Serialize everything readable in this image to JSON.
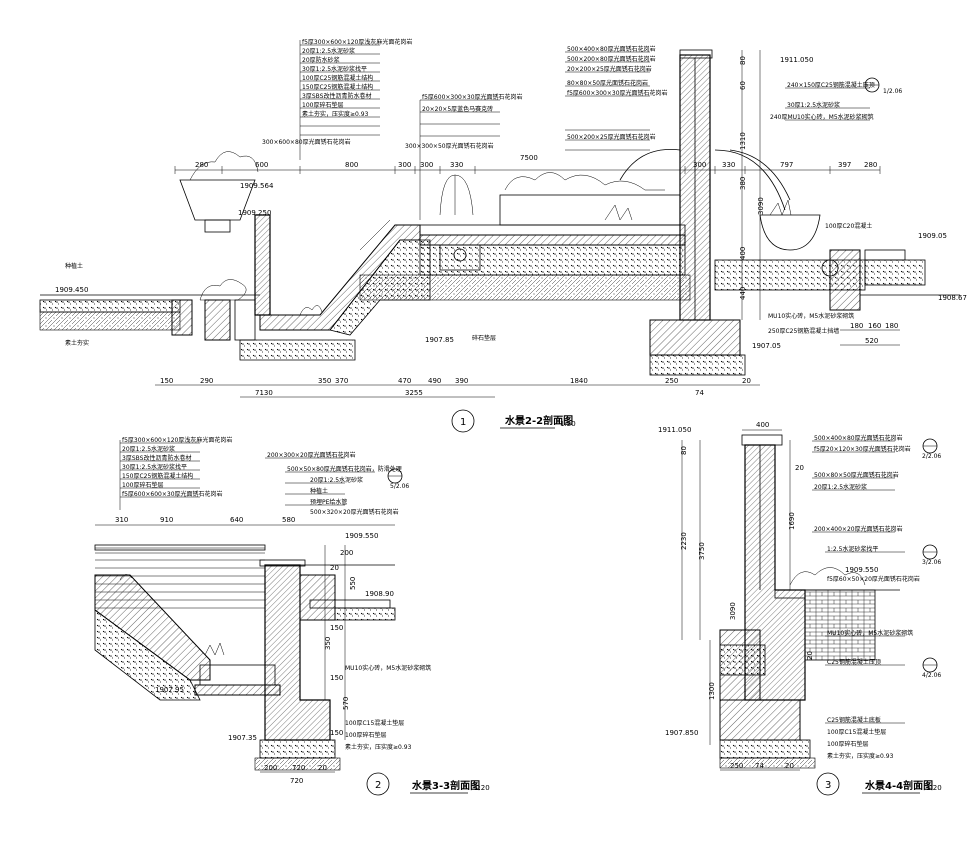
{
  "sections": [
    {
      "id": "2-2",
      "title": "水景2-2剖面图",
      "scale": "1:20",
      "index": "1",
      "elevations": [
        "1909.564",
        "1909.250",
        "1909.450",
        "1909.05",
        "1908.67",
        "1907.05",
        "1907.85",
        "1911.050"
      ],
      "annotations": [
        "f5厚300×600×120厚浅灰麻光面花岗岩",
        "20厚1:2.5水泥砂浆",
        "20厚防水砂浆",
        "30厚1:2.5水泥砂浆找平",
        "100厚C25钢筋混凝土结构",
        "150厚C25钢筋混凝土结构",
        "3厚SBS改性沥青防水卷材",
        "100厚碎石垫层",
        "素土夯实，压实度≥0.93",
        "300×600×80厚光面锈石花岗岩",
        "f5厚600×300×30厚光面锈石花岗岩",
        "20×20×5厚蓝色马赛克砖",
        "300×300×50厚光面锈石花岗岩",
        "500×400×80厚光面锈石花岗岩",
        "500×200×80厚光面锈石花岗岩",
        "20×200×25厚光面锈石花岗岩",
        "80×80×50厚光面锈石花岗岩",
        "f5厚600×300×30厚光面锈石花岗岩",
        "500×200×25厚光面锈石花岗岩",
        "240×150厚C25钢筋混凝土压顶",
        "30厚1:2.5水泥砂浆",
        "240厚MU10实心砖，M5水泥砂浆砌筑",
        "100厚C20混凝土",
        "种植土",
        "素土夯实",
        "碎石垫层",
        "MU10实心砖，M5水泥砂浆砌筑",
        "250厚C25钢筋混凝土挡墙"
      ],
      "dims_bottom": [
        "150",
        "290",
        "7130",
        "350",
        "370",
        "470",
        "490",
        "390",
        "3255",
        "1840",
        "250",
        "74",
        "20"
      ],
      "dims_top": [
        "280",
        "600",
        "800",
        "300",
        "300",
        "330",
        "7500",
        "300",
        "330",
        "797",
        "397",
        "280"
      ],
      "dims_right": [
        "80",
        "60",
        "1310",
        "380",
        "3090",
        "400",
        "440",
        "180",
        "160",
        "180",
        "520"
      ]
    },
    {
      "id": "3-3",
      "title": "水景3-3剖面图",
      "scale": "1:20",
      "index": "2",
      "elevations": [
        "1909.550",
        "1908.90",
        "1907.95",
        "1907.35"
      ],
      "annotations": [
        "f5厚300×600×120厚浅灰麻光面花岗岩",
        "20厚1:2.5水泥砂浆",
        "3厚SBS改性沥青防水卷材",
        "30厚1:2.5水泥砂浆找平",
        "150厚C25钢筋混凝土结构",
        "100厚碎石垫层",
        "f5厚600×600×30厚光面锈石花岗岩",
        "200×300×20厚光面锈石花岗岩",
        "500×50×80厚光面锈石花岗岩，防滑处理",
        "20厚1:2.5水泥砂浆",
        "种植土",
        "预埋PE给水管",
        "500×320×20厚光面锈石花岗岩",
        "MU10实心砖，M5水泥砂浆砌筑",
        "100厚C15混凝土垫层",
        "100厚碎石垫层",
        "素土夯实，压实度≥0.93"
      ],
      "dims_top": [
        "310",
        "910",
        "640",
        "580"
      ],
      "dims_right": [
        "200",
        "20",
        "550",
        "150",
        "350",
        "150",
        "570",
        "150"
      ],
      "dims_bottom": [
        "200",
        "720",
        "20",
        "720"
      ]
    },
    {
      "id": "4-4",
      "title": "水景4-4剖面图",
      "scale": "1:20",
      "index": "3",
      "elevations": [
        "1911.050",
        "1909.550",
        "1907.850"
      ],
      "annotations": [
        "500×400×80厚光面锈石花岗岩",
        "f5厚20×120×30厚光面锈石花岗岩",
        "500×80×50厚光面锈石花岗岩",
        "20厚1:2.5水泥砂浆",
        "200×400×20厚光面锈石花岗岩",
        "1:2.5水泥砂浆找平",
        "f5厚60×50×20厚光面锈石花岗岩",
        "MU10实心砖，M5水泥砂浆砌筑",
        "C25钢筋混凝土压顶",
        "C25钢筋混凝土底板",
        "100厚C15混凝土垫层",
        "100厚碎石垫层",
        "素土夯实，压实度≥0.93"
      ],
      "dims_left": [
        "80",
        "2230",
        "3750",
        "3090",
        "1300"
      ],
      "dims_right": [
        "1690",
        "20",
        "20"
      ],
      "dims_top": [
        "400"
      ],
      "dims_bottom": [
        "250",
        "74",
        "20"
      ]
    }
  ],
  "detail_refs": [
    "1/2.06",
    "2/2.06",
    "3/2.06",
    "4/2.06",
    "5/2.06"
  ],
  "colors": {
    "line": "#000000",
    "background": "#ffffff"
  }
}
